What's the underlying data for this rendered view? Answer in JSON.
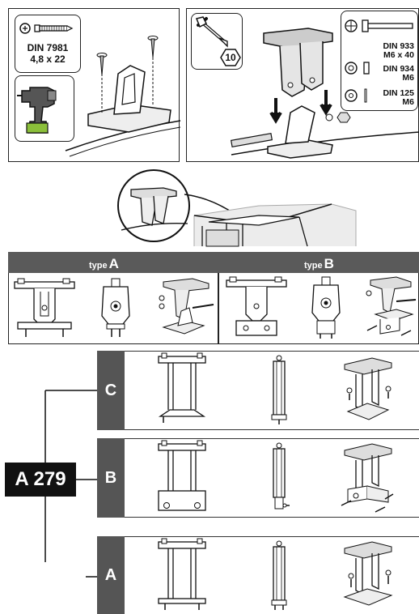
{
  "step1": {
    "screw_standard": "DIN 7981",
    "screw_size": "4,8 x 22"
  },
  "step2": {
    "wrench_size": "10",
    "parts": [
      {
        "standard": "DIN 933",
        "size": "M6 x 40"
      },
      {
        "standard": "DIN 934",
        "size": "M6"
      },
      {
        "standard": "DIN 125",
        "size": "M6"
      }
    ]
  },
  "types": {
    "prefix": "type",
    "a_letter": "A",
    "b_letter": "B"
  },
  "model": "A 279",
  "variants": [
    "C",
    "B",
    "A"
  ],
  "colors": {
    "bar": "#5a5a5a",
    "badge": "#111111",
    "tab": "#555555"
  }
}
